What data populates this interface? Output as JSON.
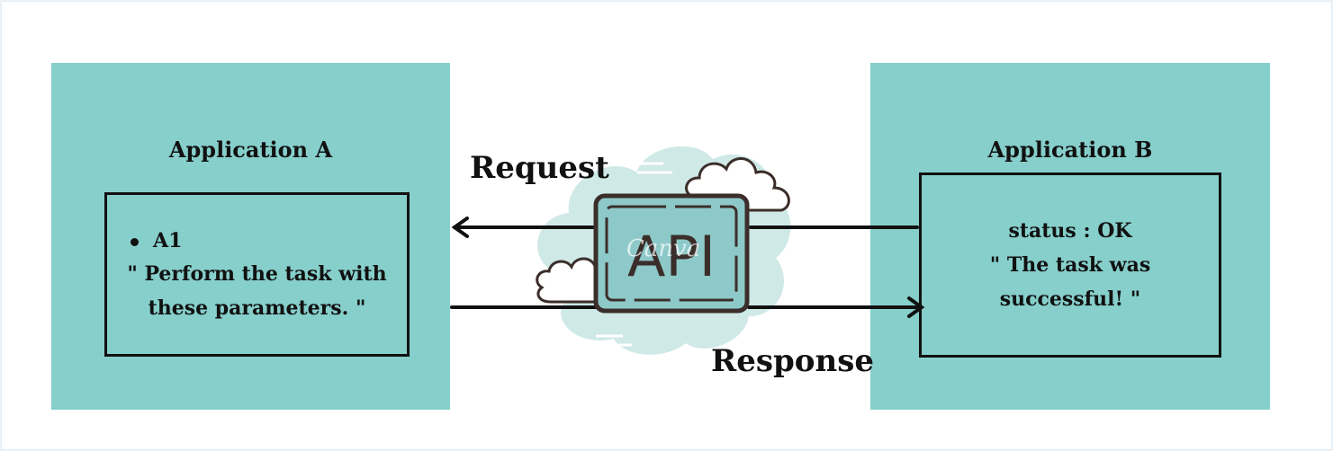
{
  "app_a": {
    "title": "Application A",
    "bullet": "A1",
    "message_lines": [
      "\" Perform the task with",
      "these parameters. \""
    ]
  },
  "app_b": {
    "title": "Application B",
    "message_lines": [
      "status : OK",
      "\" The task was",
      "successful! \""
    ]
  },
  "center": {
    "api_label": "API",
    "watermark": "Canva"
  },
  "labels": {
    "request": "Request",
    "response": "Response"
  },
  "colors": {
    "panel": "#86cfcb",
    "cloud": "#cfe9e7",
    "api_fill": "#8ec9c9",
    "ink": "#111111",
    "cloud_stroke": "#3b2e2a"
  },
  "icons": [
    "api-icon",
    "cloud-icon",
    "arrow-left-icon",
    "arrow-right-icon"
  ]
}
